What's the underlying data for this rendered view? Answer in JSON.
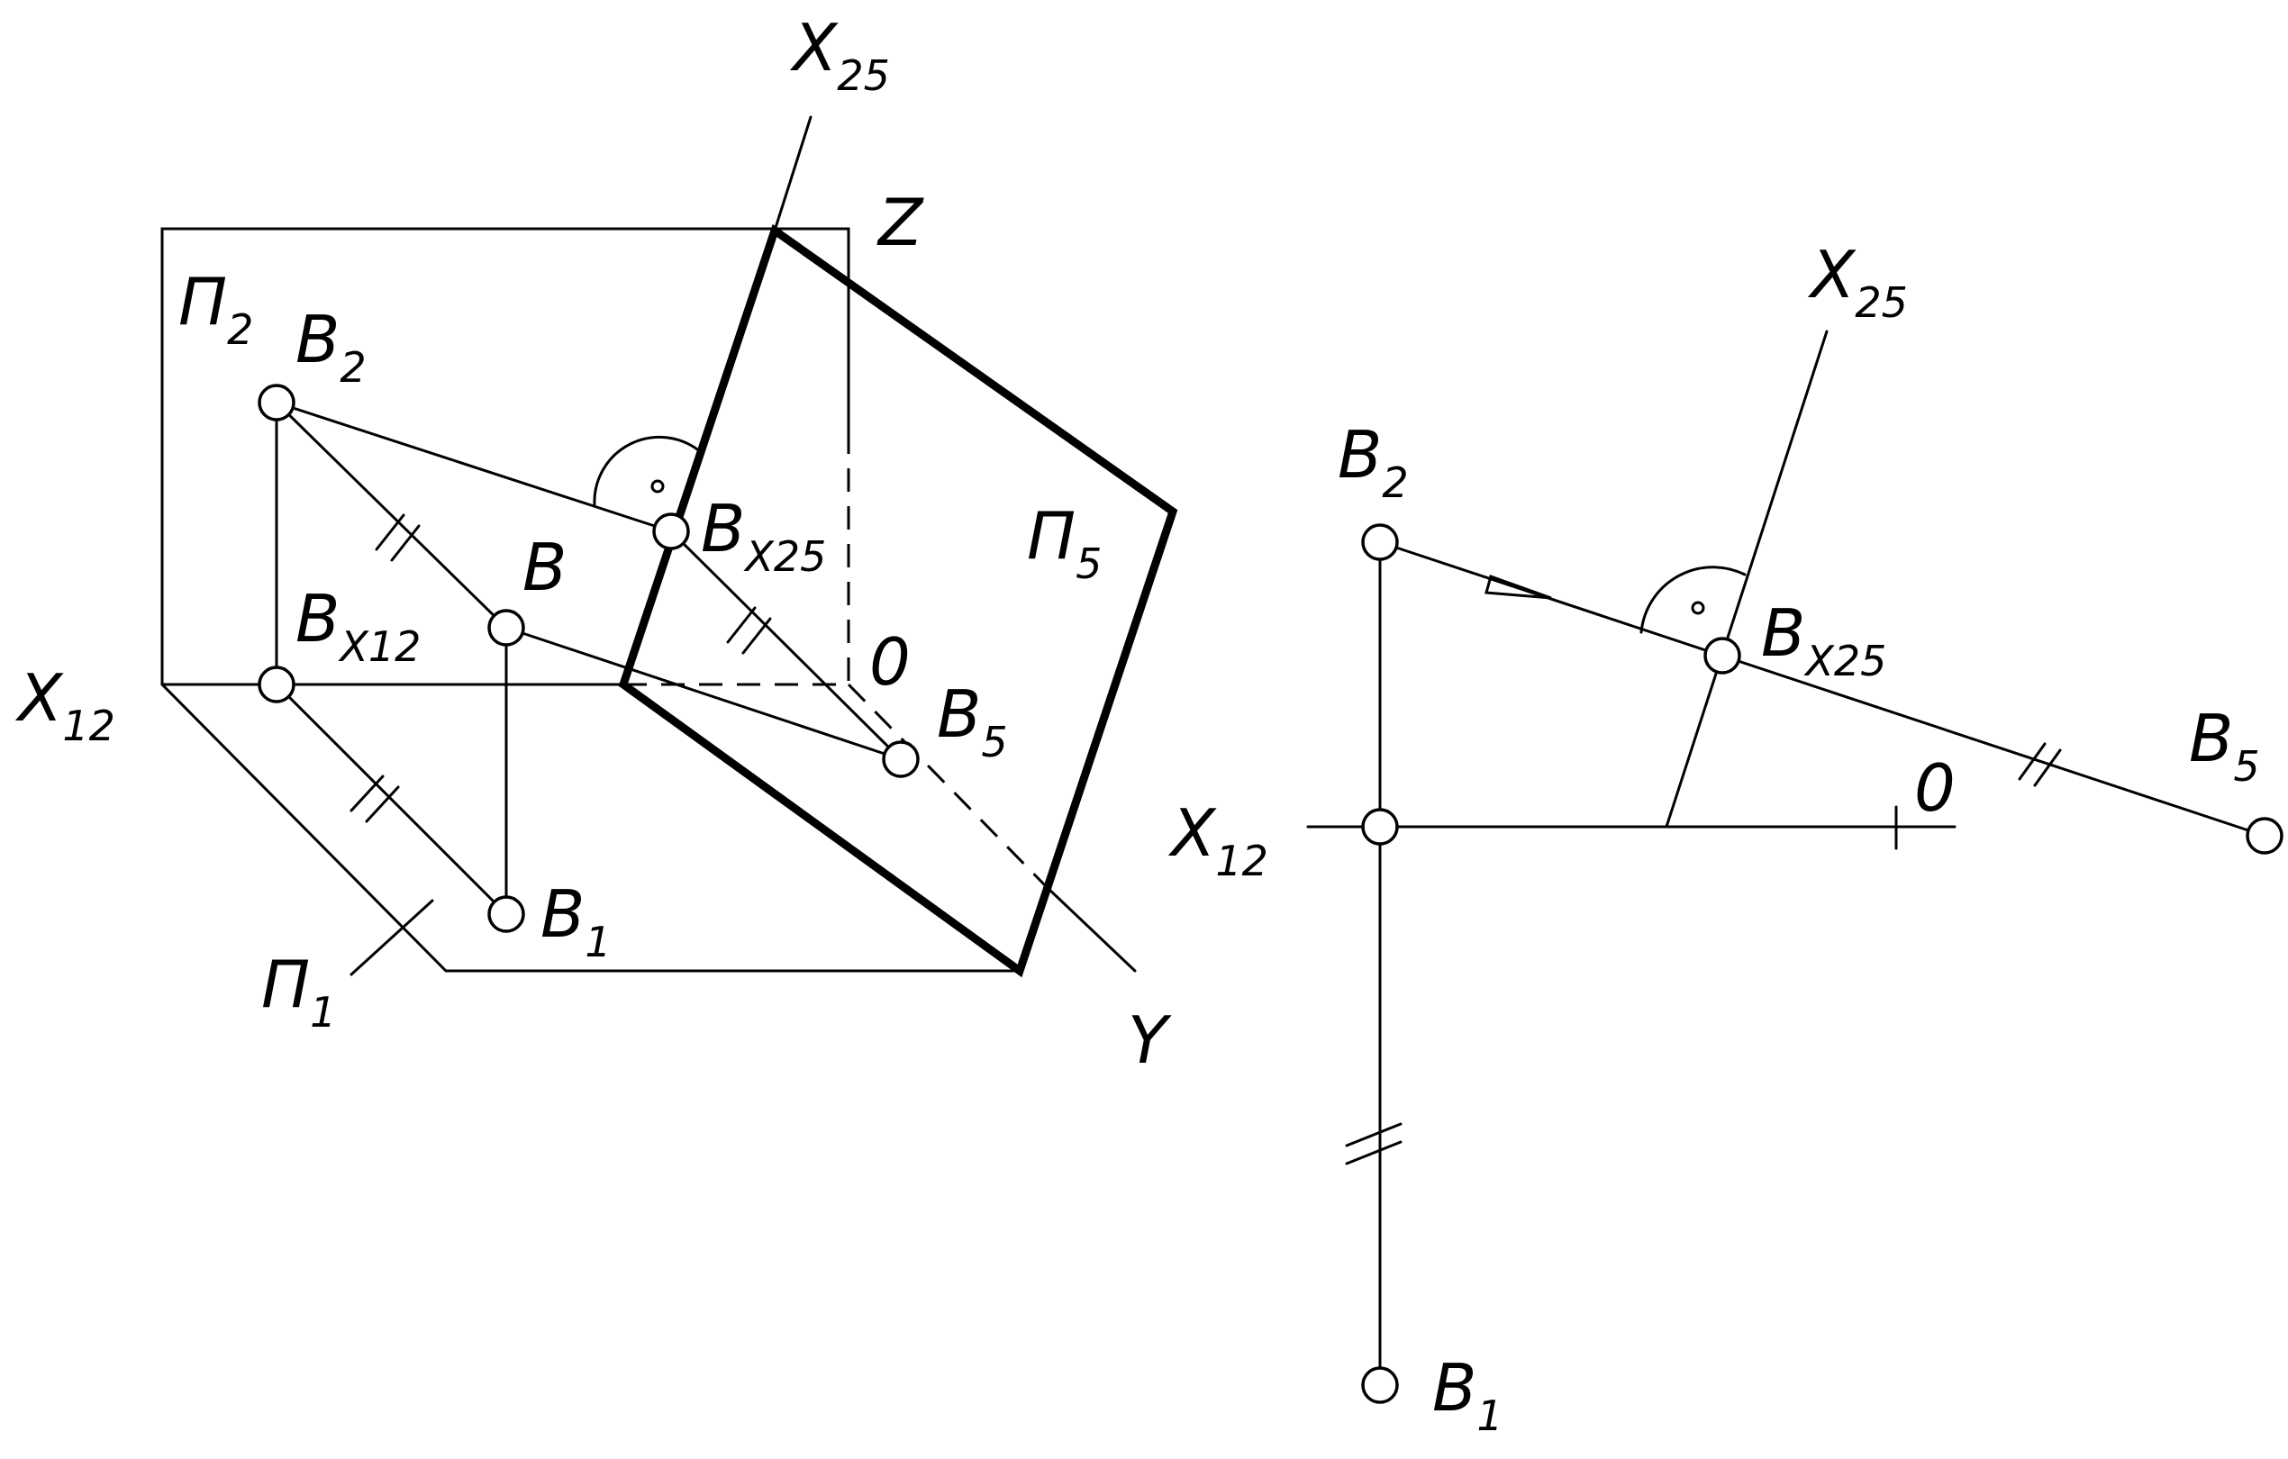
{
  "left": {
    "plane_p2": {
      "main": "П",
      "sub": "2"
    },
    "plane_p1": {
      "main": "П",
      "sub": "1"
    },
    "plane_p5": {
      "main": "П",
      "sub": "5"
    },
    "axis_x12": {
      "main": "X",
      "sub": "12"
    },
    "axis_x25": {
      "main": "X",
      "sub": "25"
    },
    "axis_z": "Z",
    "axis_y": "Y",
    "origin": "0",
    "point_b": "B",
    "point_b2": {
      "main": "B",
      "sub": "2"
    },
    "point_b1": {
      "main": "B",
      "sub": "1"
    },
    "point_b5": {
      "main": "B",
      "sub": "5"
    },
    "point_bx12": {
      "main": "B",
      "sub": "X12"
    },
    "point_bx25": {
      "main": "B",
      "sub": "X25"
    }
  },
  "right": {
    "axis_x12": {
      "main": "X",
      "sub": "12"
    },
    "axis_x25": {
      "main": "X",
      "sub": "25"
    },
    "origin": "0",
    "point_b2": {
      "main": "B",
      "sub": "2"
    },
    "point_b1": {
      "main": "B",
      "sub": "1"
    },
    "point_b5": {
      "main": "B",
      "sub": "5"
    },
    "point_bx25": {
      "main": "B",
      "sub": "X25"
    }
  }
}
